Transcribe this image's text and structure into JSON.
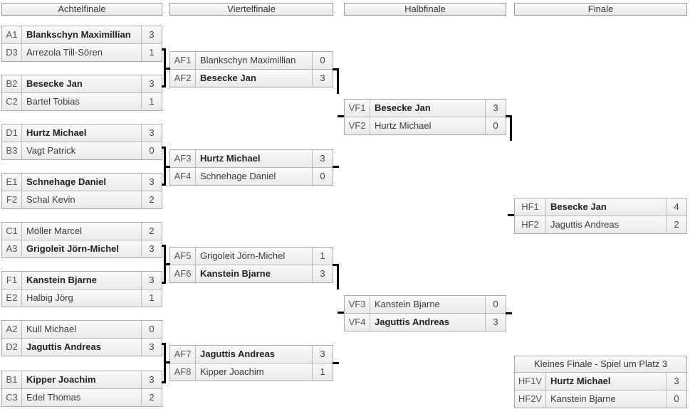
{
  "colors": {
    "connector": "#000000",
    "cell_bg": "#ededed",
    "border": "#a8a8a8"
  },
  "columns": [
    {
      "header": "Achtelfinale",
      "matches": [
        {
          "rows": [
            {
              "id": "A1",
              "name": "Blankschyn Maximillian",
              "score": "3",
              "winner": true
            },
            {
              "id": "D3",
              "name": "Arrezola Till-Sören",
              "score": "1",
              "winner": false
            }
          ]
        },
        {
          "rows": [
            {
              "id": "B2",
              "name": "Besecke Jan",
              "score": "3",
              "winner": true
            },
            {
              "id": "C2",
              "name": "Bartel Tobias",
              "score": "1",
              "winner": false
            }
          ]
        },
        {
          "rows": [
            {
              "id": "D1",
              "name": "Hurtz Michael",
              "score": "3",
              "winner": true
            },
            {
              "id": "B3",
              "name": "Vagt Patrick",
              "score": "0",
              "winner": false
            }
          ]
        },
        {
          "rows": [
            {
              "id": "E1",
              "name": "Schnehage Daniel",
              "score": "3",
              "winner": true
            },
            {
              "id": "F2",
              "name": "Schal Kevin",
              "score": "2",
              "winner": false
            }
          ]
        },
        {
          "rows": [
            {
              "id": "C1",
              "name": "Möller Marcel",
              "score": "2",
              "winner": false
            },
            {
              "id": "A3",
              "name": "Grigoleit Jörn-Michel",
              "score": "3",
              "winner": true
            }
          ]
        },
        {
          "rows": [
            {
              "id": "F1",
              "name": "Kanstein Bjarne",
              "score": "3",
              "winner": true
            },
            {
              "id": "E2",
              "name": "Halbig Jörg",
              "score": "1",
              "winner": false
            }
          ]
        },
        {
          "rows": [
            {
              "id": "A2",
              "name": "Kull Michael",
              "score": "0",
              "winner": false
            },
            {
              "id": "D2",
              "name": "Jaguttis Andreas",
              "score": "3",
              "winner": true
            }
          ]
        },
        {
          "rows": [
            {
              "id": "B1",
              "name": "Kipper Joachim",
              "score": "3",
              "winner": true
            },
            {
              "id": "C3",
              "name": "Edel Thomas",
              "score": "2",
              "winner": false
            }
          ]
        }
      ]
    },
    {
      "header": "Viertelfinale",
      "matches": [
        {
          "rows": [
            {
              "id": "AF1",
              "name": "Blankschyn Maximillian",
              "score": "0",
              "winner": false
            },
            {
              "id": "AF2",
              "name": "Besecke Jan",
              "score": "3",
              "winner": true
            }
          ]
        },
        {
          "rows": [
            {
              "id": "AF3",
              "name": "Hurtz Michael",
              "score": "3",
              "winner": true
            },
            {
              "id": "AF4",
              "name": "Schnehage Daniel",
              "score": "0",
              "winner": false
            }
          ]
        },
        {
          "rows": [
            {
              "id": "AF5",
              "name": "Grigoleit Jörn-Michel",
              "score": "1",
              "winner": false
            },
            {
              "id": "AF6",
              "name": "Kanstein Bjarne",
              "score": "3",
              "winner": true
            }
          ]
        },
        {
          "rows": [
            {
              "id": "AF7",
              "name": "Jaguttis Andreas",
              "score": "3",
              "winner": true
            },
            {
              "id": "AF8",
              "name": "Kipper Joachim",
              "score": "1",
              "winner": false
            }
          ]
        }
      ]
    },
    {
      "header": "Halbfinale",
      "matches": [
        {
          "rows": [
            {
              "id": "VF1",
              "name": "Besecke Jan",
              "score": "3",
              "winner": true
            },
            {
              "id": "VF2",
              "name": "Hurtz Michael",
              "score": "0",
              "winner": false
            }
          ]
        },
        {
          "rows": [
            {
              "id": "VF3",
              "name": "Kanstein Bjarne",
              "score": "0",
              "winner": false
            },
            {
              "id": "VF4",
              "name": "Jaguttis Andreas",
              "score": "3",
              "winner": true
            }
          ]
        }
      ]
    },
    {
      "header": "Finale",
      "matches": [
        {
          "rows": [
            {
              "id": "HF1",
              "name": "Besecke Jan",
              "score": "4",
              "winner": true
            },
            {
              "id": "HF2",
              "name": "Jaguttis Andreas",
              "score": "2",
              "winner": false
            }
          ]
        }
      ]
    }
  ],
  "consolation": {
    "title": "Kleines Finale - Spiel um Platz 3",
    "rows": [
      {
        "id": "HF1V",
        "name": "Hurtz Michael",
        "score": "3",
        "winner": true
      },
      {
        "id": "HF2V",
        "name": "Kanstein Bjarne",
        "score": "0",
        "winner": false
      }
    ]
  }
}
